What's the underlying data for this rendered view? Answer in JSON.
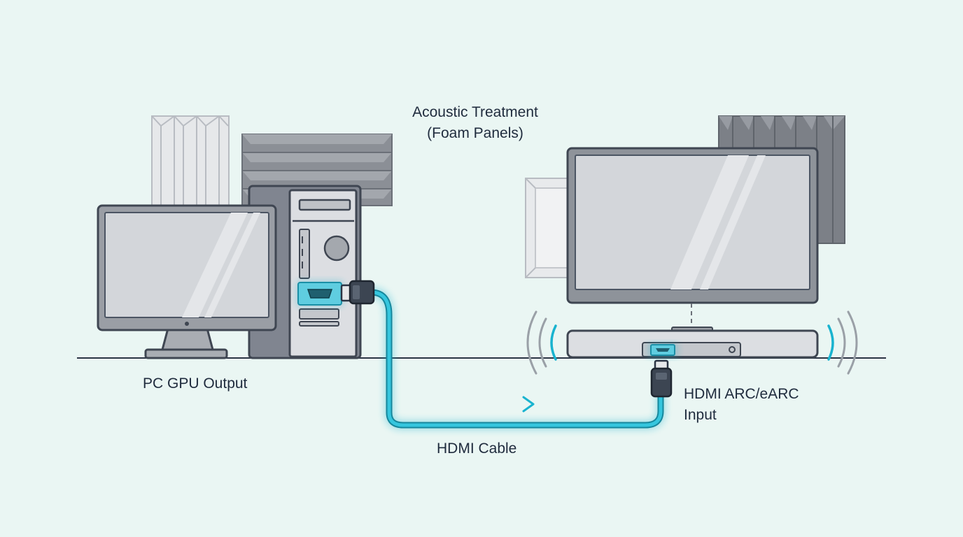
{
  "labels": {
    "acoustic_line1": "Acoustic Treatment",
    "acoustic_line2": "(Foam Panels)",
    "pc_output": "PC GPU Output",
    "cable": "HDMI Cable",
    "input_line1": "HDMI ARC/eARC",
    "input_line2": "Input"
  },
  "colors": {
    "background": "#eaf6f3",
    "outline": "#4b5563",
    "device_fill": "#d7d9dd",
    "screen_fill": "#cfd2d6",
    "accent_cyan": "#19b3cf",
    "foam_light": "#e6e8ea",
    "foam_dark": "#7c8087",
    "text": "#1f2b3d"
  },
  "icons": [
    "foam-panel-icon",
    "monitor-icon",
    "pc-tower-icon",
    "tv-icon",
    "soundbar-icon",
    "hdmi-port-icon",
    "hdmi-plug-icon",
    "sound-wave-icon",
    "arrow-right-icon"
  ]
}
